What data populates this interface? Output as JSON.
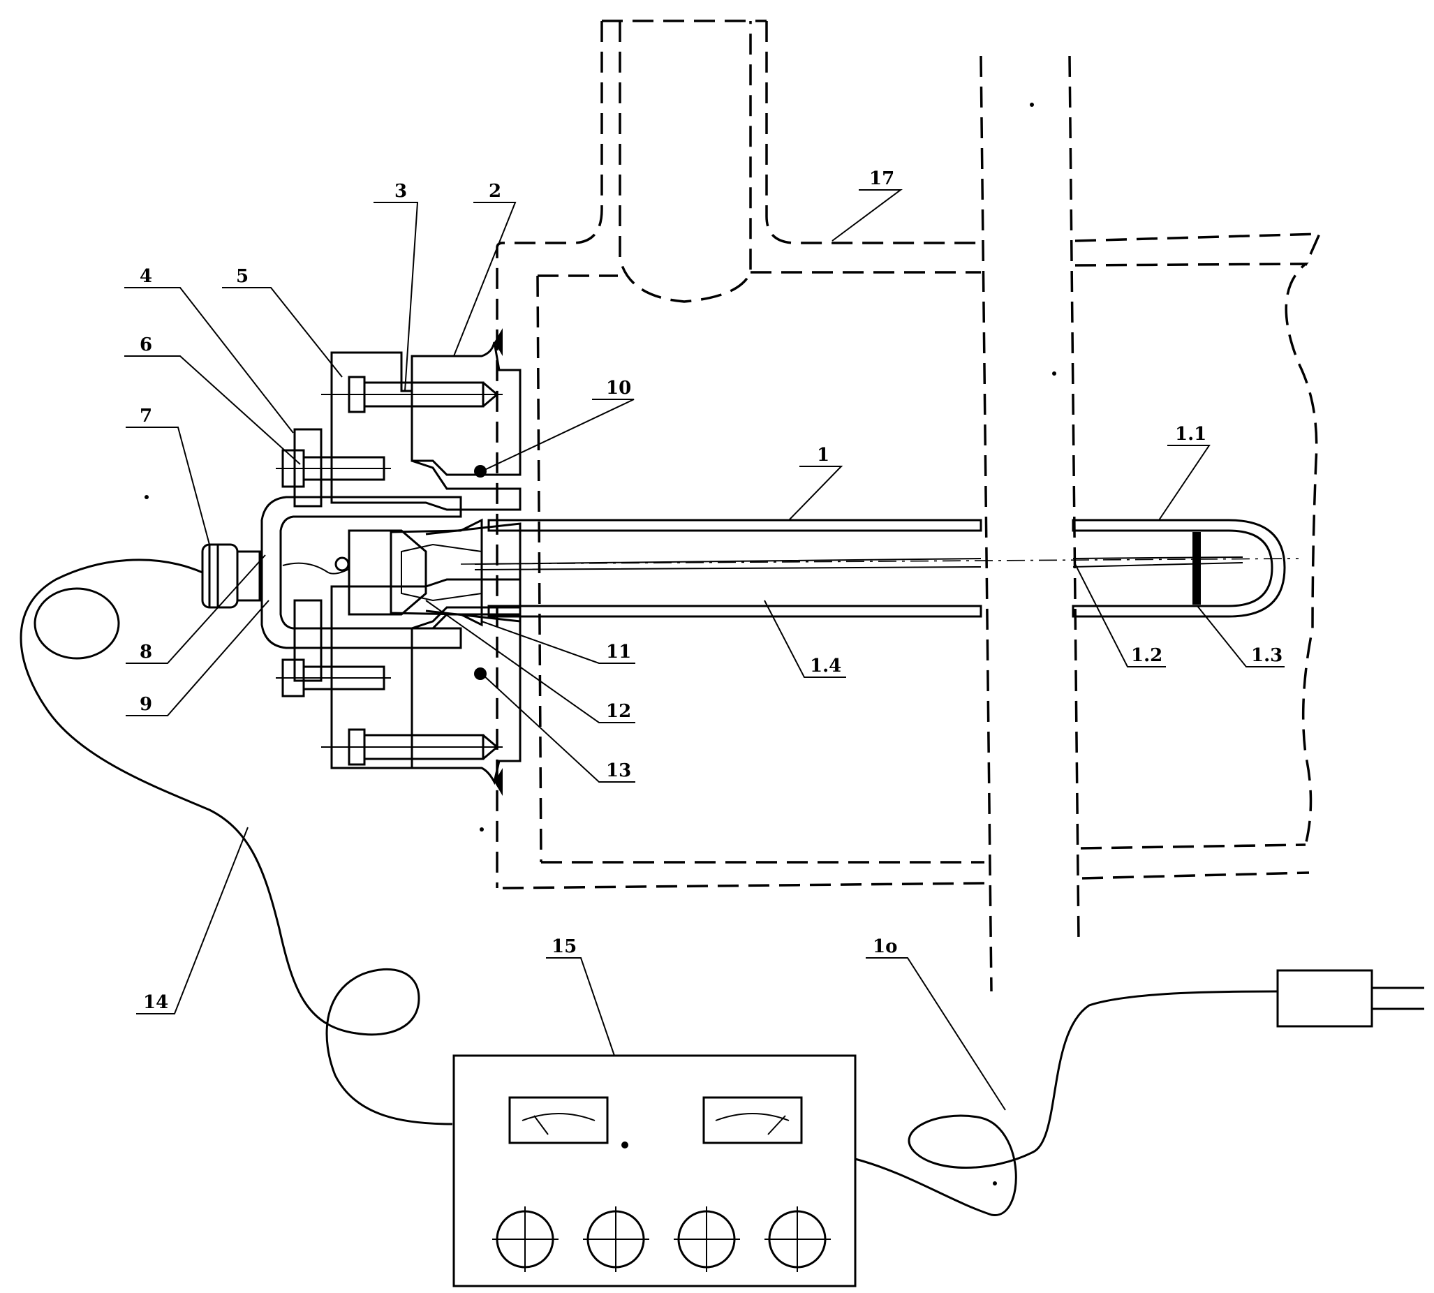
{
  "labels": {
    "l1": "1",
    "l1_1": "1.1",
    "l1_2": "1.2",
    "l1_3": "1.3",
    "l1_4": "1.4",
    "l2": "2",
    "l3": "3",
    "l4": "4",
    "l5": "5",
    "l6": "6",
    "l7": "7",
    "l8": "8",
    "l9": "9",
    "l10": "10",
    "l11": "11",
    "l12": "12",
    "l13": "13",
    "l14": "14",
    "l15": "15",
    "l16": "1o",
    "l17": "17"
  }
}
